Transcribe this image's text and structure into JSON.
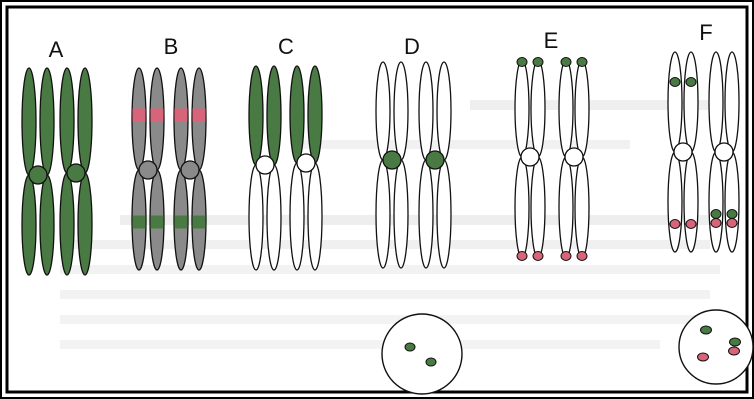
{
  "figure": {
    "panels": [
      {
        "id": "A",
        "label": "A"
      },
      {
        "id": "B",
        "label": "B"
      },
      {
        "id": "C",
        "label": "C"
      },
      {
        "id": "D",
        "label": "D"
      },
      {
        "id": "E",
        "label": "E"
      },
      {
        "id": "F",
        "label": "F"
      }
    ]
  },
  "colors": {
    "green": "#4a7a43",
    "gray": "#8a8a8a",
    "pink": "#d86479",
    "outline": "#111111",
    "white": "#ffffff",
    "frame": "#000000"
  },
  "icons": {
    "chromosome": "chromosome-icon",
    "centromere": "centromere-icon",
    "nucleus": "nucleus-circle-icon"
  }
}
